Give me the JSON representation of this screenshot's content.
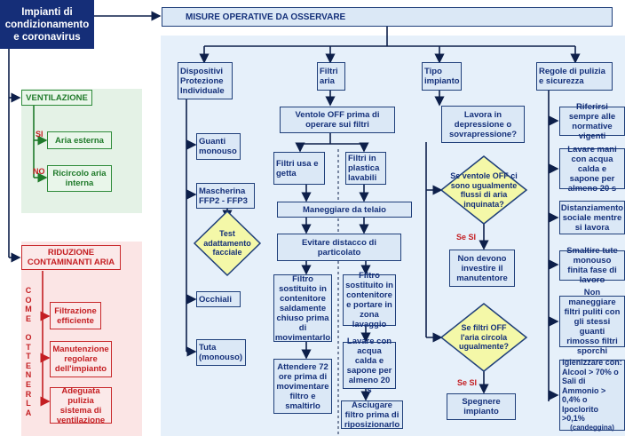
{
  "main_title": "Impianti di condizionamento e coronavirus",
  "top_box": "MISURE OPERATIVE DA OSSERVARE",
  "ventilazione": {
    "title": "VENTILAZIONE",
    "si_label": "SI",
    "no_label": "NO",
    "si_box": "Aria esterna",
    "no_box": "Ricircolo aria interna"
  },
  "riduzione": {
    "title": "RIDUZIONE CONTAMINANTI ARIA",
    "side_text": "COME OTTENERLA",
    "items": [
      "Filtrazione efficiente",
      "Manutenzione regolare dell'impianto",
      "Adeguata pulizia sistema di ventilazione"
    ]
  },
  "dpi": {
    "title": "Dispositivi Protezione Individuale",
    "items": [
      "Guanti monouso",
      "Mascherina FFP2 - FFP3",
      "Occhiali",
      "Tuta (monouso)"
    ],
    "diamond": "Test adattamento facciale"
  },
  "filtri": {
    "title": "Filtri aria",
    "ventole": "Ventole OFF prima di operare sui filtri",
    "usa_getta": "Filtri usa e getta",
    "lavabili": "Filtri in plastica lavabili",
    "maneggiare": "Maneggiare da telaio",
    "evitare": "Evitare distacco di particolato",
    "left_chain": [
      "Filtro sostituito in contenitore saldamente chiuso prima di movimentarlo",
      "Attendere 72 ore prima di movimentare filtro e smaltirlo"
    ],
    "right_chain": [
      "Filtro sostituito in contenitore e portare in zona lavaggio",
      "Lavare con acqua calda e sapone per almeno 20 s",
      "Asciugare filtro prima di riposizionarlo"
    ]
  },
  "tipo": {
    "title": "Tipo impianto",
    "lavora": "Lavora in depressione o sovrapressione?",
    "diamond1": "Se ventole OFF ci sono ugualmente flussi di aria inquinata?",
    "se_si_1": "Se SI",
    "non_devono": "Non devono investire il manutentore",
    "diamond2": "Se filtri OFF l'aria circola ugualmente?",
    "se_si_2": "Se SI",
    "spegnere": "Spegnere impianto"
  },
  "regole": {
    "title": "Regole di pulizia e sicurezza",
    "items": [
      "Riferirsi sempre alle normative vigenti",
      "Lavare mani con acqua calda e sapone per almeno 20 s",
      "Distanziamento sociale mentre si lavora",
      "Smaltire tute monouso finita fase di lavoro",
      "Non maneggiare filtri puliti con gli stessi guanti rimosso filtri sporchi"
    ],
    "igienizzare": "Igienizzare con:",
    "alcool": "Alcool > 70%  o",
    "sali": "Sali di Ammonio > 0,4%        o",
    "ipoclorito": "Ipoclorito >0,1%",
    "candeggina": "(candeggina)"
  },
  "colors": {
    "navy": "#1f3f7a",
    "box_fill": "#dbe8f6",
    "green": "#2e8b3a",
    "red": "#c8282b",
    "diamond_fill": "#f4f8a8"
  }
}
